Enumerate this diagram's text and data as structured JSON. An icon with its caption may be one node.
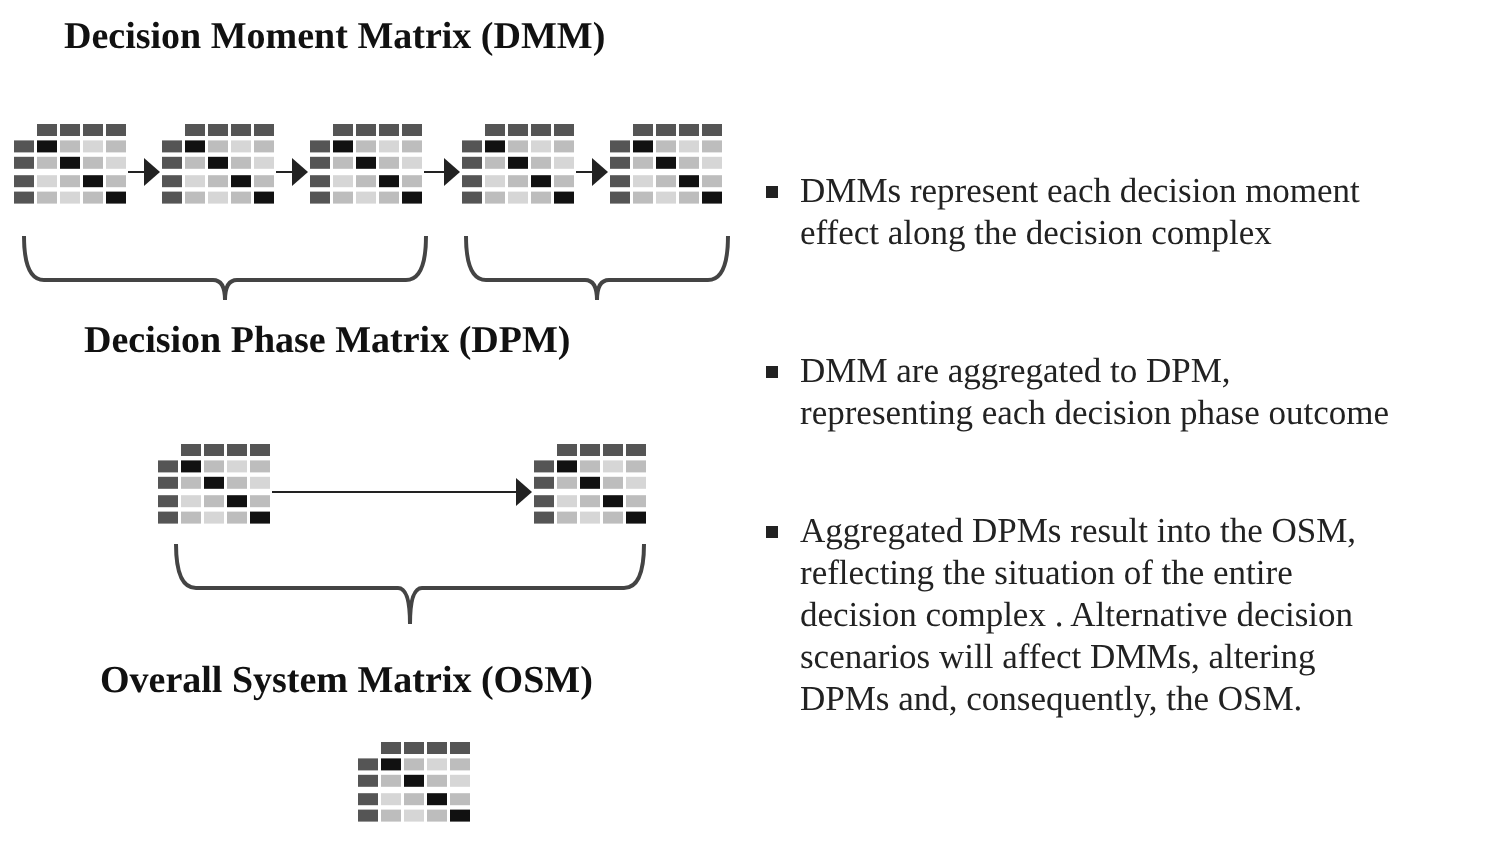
{
  "diagram": {
    "nodes": [
      {
        "text": [],
        "shape": "picture"
      },
      {
        "text": [],
        "shape": "picture"
      },
      {
        "text": [],
        "shape": "picture"
      },
      {
        "text": [],
        "shape": "picture"
      },
      {
        "text": [],
        "shape": "picture"
      },
      {
        "text": [],
        "shape": "picture"
      },
      {
        "text": [],
        "shape": "picture"
      },
      {
        "text": [],
        "shape": "picture"
      }
    ],
    "edges": [
      {
        "from": 0,
        "to": 1,
        "arrow": "to"
      },
      {
        "from": 1,
        "to": 2,
        "arrow": "to"
      },
      {
        "from": 2,
        "to": 3,
        "arrow": "to"
      },
      {
        "from": 3,
        "to": 4,
        "arrow": "to"
      },
      {
        "from": 5,
        "to": 6,
        "arrow": "to"
      }
    ],
    "labels": [
      "Decision Moment Matrix (DMM)",
      "DMMs represent each decision moment effect along the decision complex",
      "Decision Phase Matrix (DPM)",
      "DMM are aggregated to DPM, representing each decision phase outcome",
      "Aggregated DPMs result into the OSM, reflecting the situation of the entire decision complex . Alternative decision scenarios will affect DMMs, altering DPMs and, consequently, the OSM.",
      "Overall System Matrix (OSM)"
    ]
  }
}
